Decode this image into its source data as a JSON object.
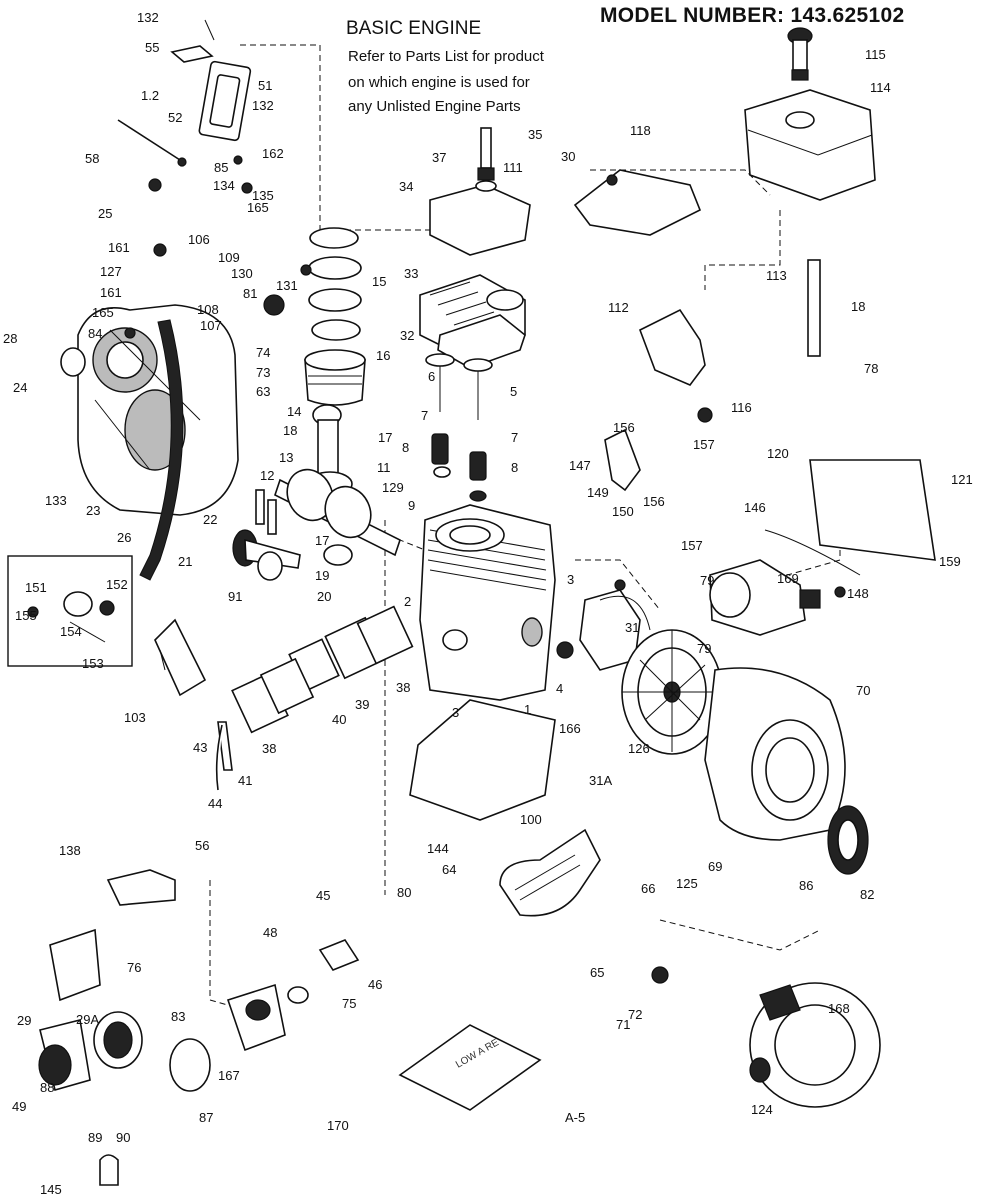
{
  "header": {
    "model_number": "MODEL NUMBER: 143.625102",
    "title": "BASIC ENGINE",
    "note_lines": [
      "Refer to Parts List for product",
      "on which engine is used for",
      "any Unlisted Engine Parts"
    ]
  },
  "page_ref": "A-5",
  "manual_label": "LOW A RE",
  "callouts": [
    "132",
    "55",
    "1.2",
    "51",
    "132",
    "52",
    "58",
    "162",
    "85",
    "135",
    "134",
    "165",
    "25",
    "161",
    "106",
    "109",
    "127",
    "130",
    "131",
    "161",
    "81",
    "108",
    "165",
    "107",
    "28",
    "84",
    "74",
    "73",
    "24",
    "63",
    "14",
    "15",
    "16",
    "6",
    "5",
    "33",
    "32",
    "34",
    "37",
    "35",
    "30",
    "111",
    "118",
    "115",
    "114",
    "113",
    "18",
    "112",
    "78",
    "116",
    "7",
    "8",
    "7",
    "8",
    "9",
    "18",
    "17",
    "11",
    "13",
    "12",
    "129",
    "22",
    "17",
    "19",
    "20",
    "21",
    "133",
    "23",
    "26",
    "151",
    "152",
    "155",
    "154",
    "153",
    "91",
    "103",
    "43",
    "44",
    "41",
    "38",
    "40",
    "39",
    "38",
    "2",
    "3",
    "3",
    "1",
    "4",
    "31",
    "79",
    "166",
    "31A",
    "100",
    "144",
    "64",
    "65",
    "66",
    "125",
    "69",
    "126",
    "70",
    "86",
    "82",
    "147",
    "149",
    "156",
    "157",
    "150",
    "156",
    "157",
    "146",
    "120",
    "121",
    "159",
    "148",
    "169",
    "79",
    "138",
    "56",
    "29",
    "29A",
    "76",
    "80",
    "45",
    "48",
    "46",
    "75",
    "83",
    "167",
    "87",
    "88",
    "49",
    "90",
    "89",
    "145",
    "71",
    "72",
    "170",
    "168",
    "124"
  ]
}
